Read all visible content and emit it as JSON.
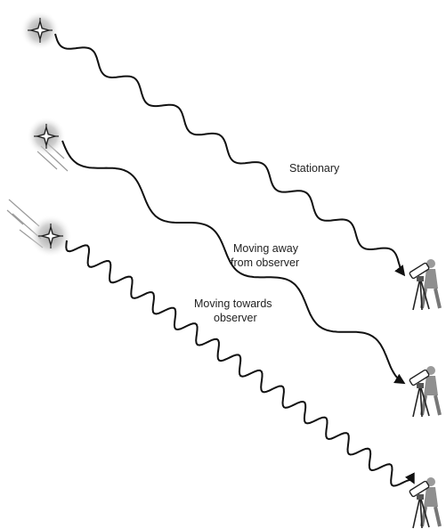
{
  "labels": {
    "stationary": "Stationary",
    "away_line1": "Moving away",
    "away_line2": "from observer",
    "towards_line1": "Moving towards",
    "towards_line2": "observer"
  },
  "colors": {
    "wave": "#111111",
    "glow": "#9a9a9a",
    "motion_lines": "#9a9a9a",
    "observer": "#888888"
  },
  "icons": [
    "star-icon",
    "telescope-observer-icon"
  ]
}
